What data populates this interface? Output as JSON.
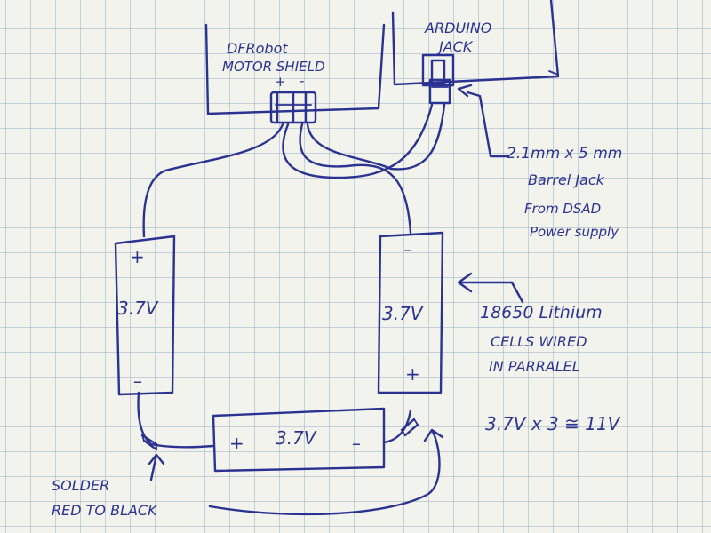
{
  "labels": {
    "motor_shield_line1": "DFRobot",
    "motor_shield_line2": "MOTOR SHIELD",
    "shield_plus": "+",
    "shield_minus": "-",
    "arduino_line1": "ARDUINO",
    "arduino_line2": "JACK",
    "barrel_line1": "2.1mm x 5 mm",
    "barrel_line2": "Barrel Jack",
    "barrel_line3": "From DSAD",
    "barrel_line4": "Power supply",
    "cells_line1": "18650 Lithium",
    "cells_line2": "CELLS WIRED",
    "cells_line3": "IN PARRALEL",
    "equation": "3.7V x 3 ≅ 11V",
    "solder_line1": "SOLDER",
    "solder_line2": "RED TO BLACK"
  },
  "batteries": [
    {
      "voltage": "3.7V",
      "top_sign": "+",
      "bottom_sign": "–"
    },
    {
      "voltage": "3.7V",
      "top_sign": "–",
      "bottom_sign": "+"
    },
    {
      "voltage": "3.7V",
      "left_sign": "+",
      "right_sign": "–"
    }
  ],
  "colors": {
    "ink": "#2a3391",
    "paper": "#f3f3ee",
    "grid": "#9fb3c8"
  }
}
